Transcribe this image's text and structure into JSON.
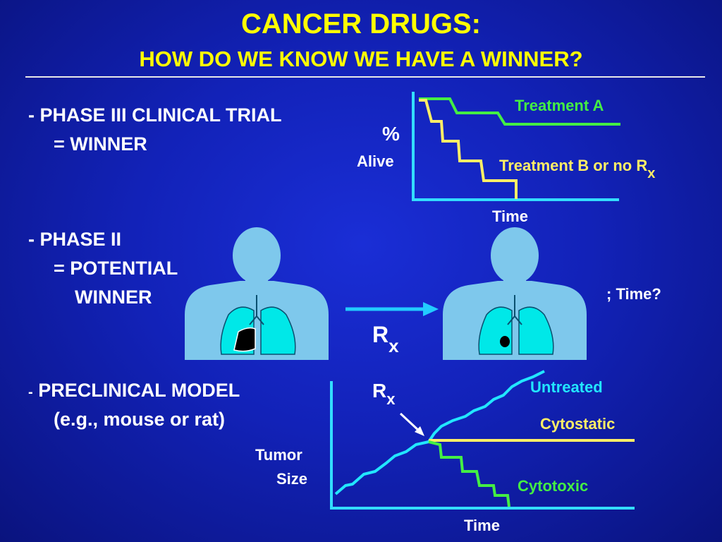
{
  "title": {
    "line1": "CANCER DRUGS:",
    "line2": "HOW DO WE KNOW WE HAVE A WINNER?"
  },
  "phases": {
    "phase3": {
      "dash": "-",
      "line1": "PHASE III  CLINICAL TRIAL",
      "line2": "= WINNER"
    },
    "phase2": {
      "dash": "-",
      "line1": "PHASE II",
      "line2": "= POTENTIAL",
      "line3": "WINNER"
    },
    "preclinical": {
      "dash": "-",
      "line1": "PRECLINICAL MODEL",
      "line2": "(e.g., mouse or rat)"
    }
  },
  "survival_chart": {
    "ylabel_line1": "%",
    "ylabel_line2": "Alive",
    "xlabel": "Time",
    "series_a": "Treatment A",
    "series_b": "Treatment B or no R",
    "series_b_sub": "x"
  },
  "patients": {
    "rx_main": "R",
    "rx_sub": "x",
    "time_note": "; Time?"
  },
  "tumor_chart": {
    "ylabel_line1": "Tumor",
    "ylabel_line2": "Size",
    "xlabel": "Time",
    "rx_main": "R",
    "rx_sub": "x",
    "series": [
      "Untreated",
      "Cytostatic",
      "Cytotoxic"
    ]
  },
  "colors": {
    "title": "#ffff00",
    "text": "#ffffff",
    "axis": "#33ddff",
    "green": "#44ee44",
    "yellow": "#ffee66",
    "cyan": "#22e6ff",
    "body": "#7ec8ec",
    "lung": "#00e8e8",
    "tumor": "#000000",
    "arrow": "#22ccff"
  }
}
